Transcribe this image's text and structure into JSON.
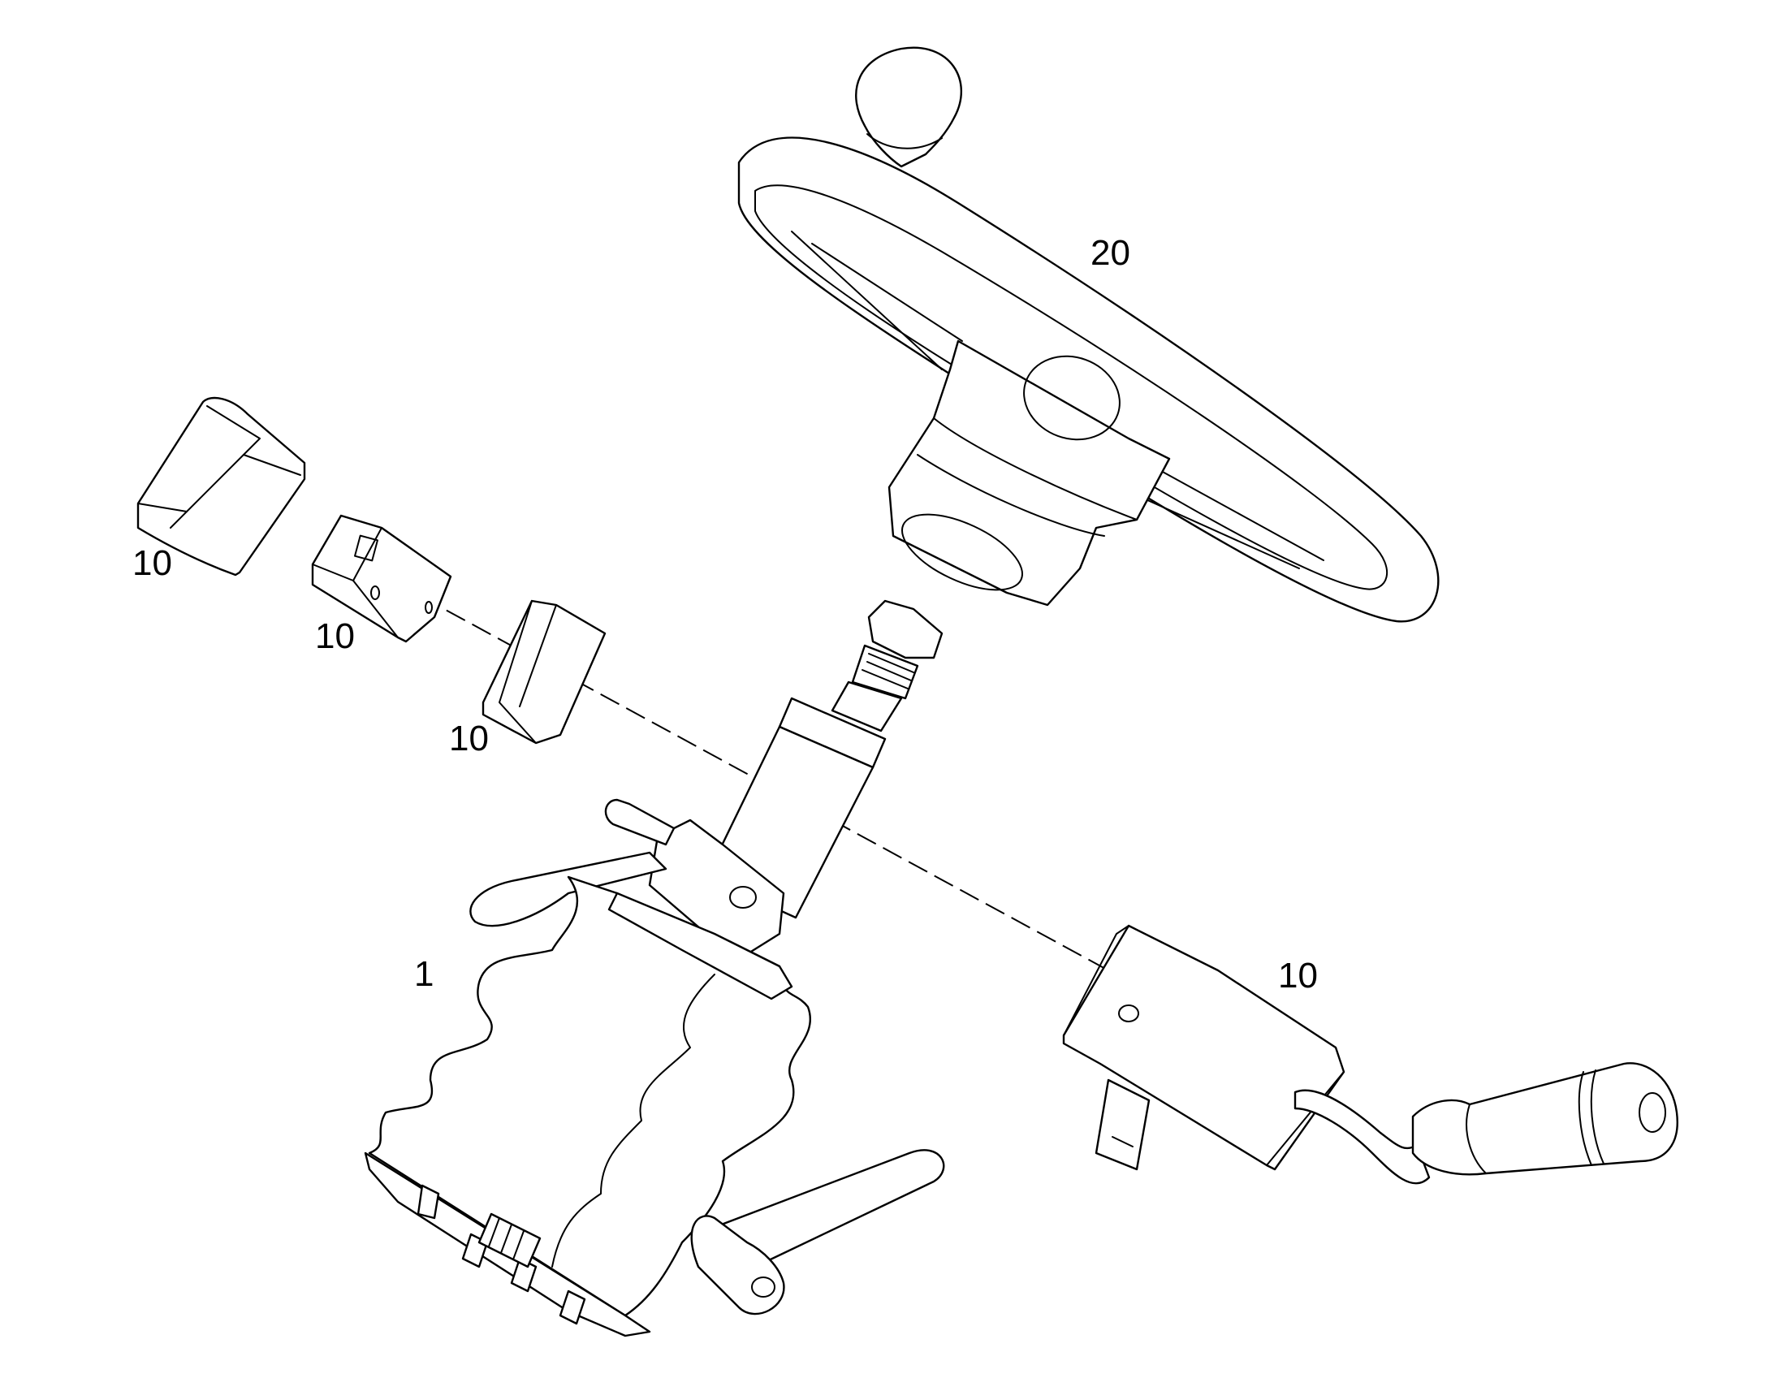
{
  "labels": {
    "wheel": "20",
    "cover_top_left": "10",
    "block_left": "10",
    "shim_middle": "10",
    "shaft_assembly": "1",
    "stalk_switch": "10"
  },
  "colors": {
    "line": "#000000",
    "background": "#ffffff"
  }
}
